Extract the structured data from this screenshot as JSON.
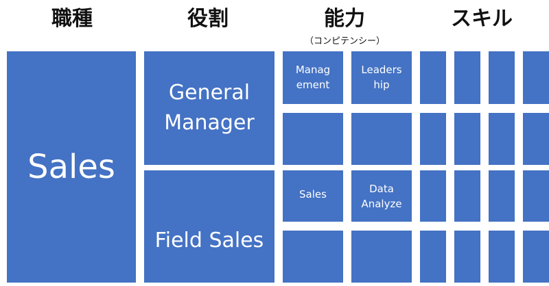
{
  "headers": {
    "job_type": "職種",
    "role": "役割",
    "ability": "能力",
    "ability_sub": "（コンピテンシー）",
    "skill": "スキル"
  },
  "job": {
    "label": "Sales"
  },
  "roles": [
    {
      "line1": "General",
      "line2": "Manager"
    },
    {
      "line1": "Field Sales",
      "line2": ""
    }
  ],
  "abilities": {
    "gm": [
      {
        "line1": "Manag",
        "line2": "ement"
      },
      {
        "line1": "Leaders",
        "line2": "hip"
      }
    ],
    "fs": [
      {
        "line1": "Sales",
        "line2": ""
      },
      {
        "line1": "Data",
        "line2": "Analyze"
      }
    ]
  },
  "colors": {
    "box": "#4472c4",
    "text": "#ffffff",
    "header": "#111111"
  }
}
